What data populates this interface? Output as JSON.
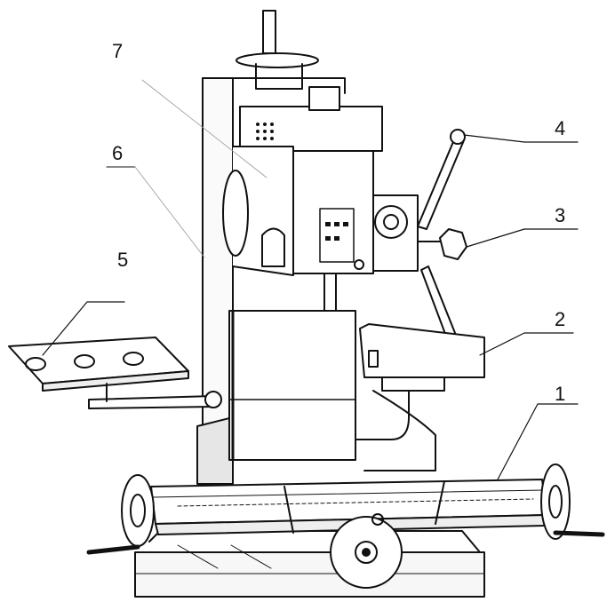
{
  "callouts": [
    {
      "id": "1",
      "text": "1"
    },
    {
      "id": "2",
      "text": "2"
    },
    {
      "id": "3",
      "text": "3"
    },
    {
      "id": "4",
      "text": "4"
    },
    {
      "id": "5",
      "text": "5"
    },
    {
      "id": "6",
      "text": "6"
    },
    {
      "id": "7",
      "text": "7"
    }
  ],
  "colors": {
    "ink": "#111111",
    "paper": "#ffffff",
    "shade": "#d8d8d8"
  }
}
